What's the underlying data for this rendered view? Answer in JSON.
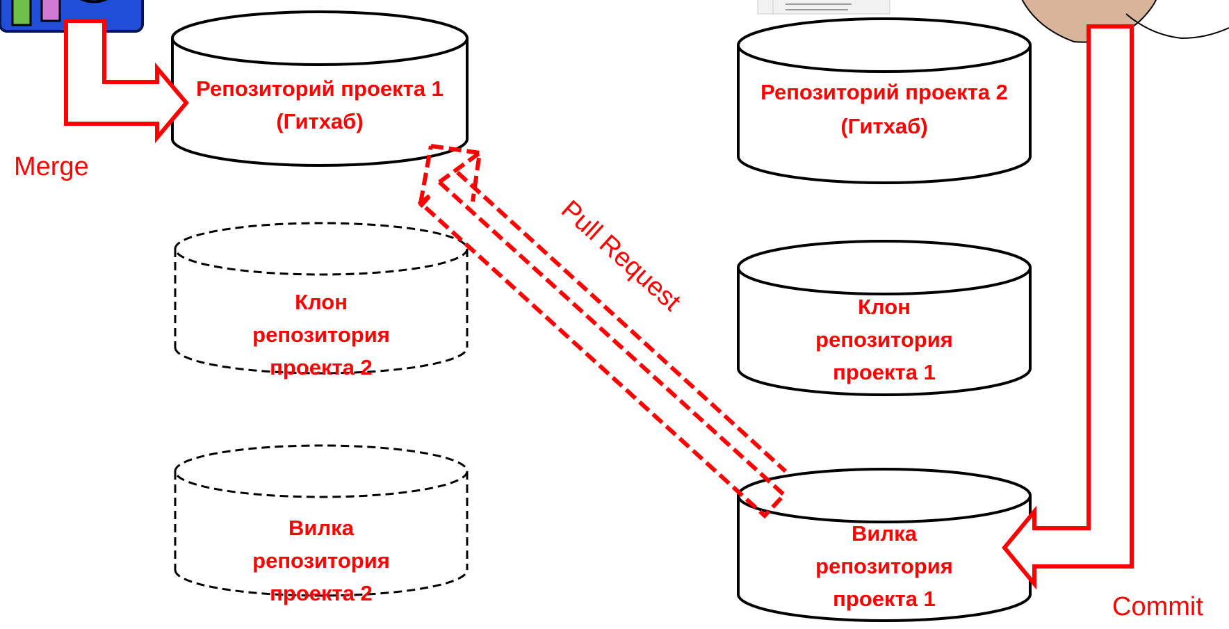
{
  "diagram": {
    "colors": {
      "accent": "#ff0000",
      "stroke": "#000000",
      "background": "#ffffff"
    },
    "repositories": [
      {
        "id": "repo1",
        "lines": [
          "Репозиторий проекта 1",
          "(Гитхаб)"
        ],
        "border": "solid"
      },
      {
        "id": "clone2",
        "lines": [
          "Клон",
          "репозитория",
          "проекта 2"
        ],
        "border": "dashed"
      },
      {
        "id": "fork2",
        "lines": [
          "Вилка",
          "репозитория",
          "проекта 2"
        ],
        "border": "dashed"
      },
      {
        "id": "repo2",
        "lines": [
          "Репозиторий проекта 2",
          "(Гитхаб)"
        ],
        "border": "solid"
      },
      {
        "id": "clone1",
        "lines": [
          "Клон",
          "репозитория",
          "проекта 1"
        ],
        "border": "solid"
      },
      {
        "id": "fork1",
        "lines": [
          "Вилка",
          "репозитория",
          "проекта 1"
        ],
        "border": "solid"
      }
    ],
    "edges": {
      "merge": "Merge",
      "pull_request": "Pull Request",
      "commit": "Commit"
    },
    "icons": {
      "top_left": "user-clipart-icon",
      "top_right_code": "code-editor-icon",
      "top_right_person": "user-sketch-icon"
    }
  }
}
